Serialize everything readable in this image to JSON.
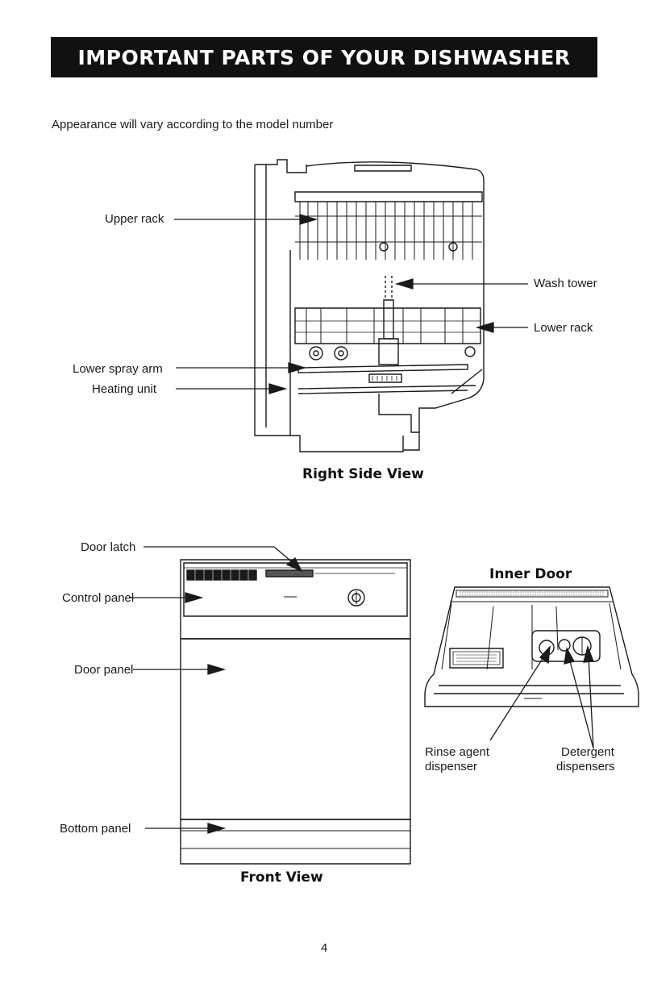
{
  "header": {
    "title": "IMPORTANT PARTS OF YOUR DISHWASHER"
  },
  "intro": {
    "note": "Appearance will vary according to the model number"
  },
  "side_view": {
    "heading": "Right Side View",
    "labels": {
      "upper_rack": "Upper rack",
      "wash_tower": "Wash tower",
      "lower_rack": "Lower rack",
      "lower_spray_arm": "Lower spray arm",
      "heating_unit": "Heating unit"
    }
  },
  "front_view": {
    "heading": "Front View",
    "labels": {
      "door_latch": "Door latch",
      "control_panel": "Control panel",
      "door_panel": "Door panel",
      "bottom_panel": "Bottom panel"
    }
  },
  "inner_door": {
    "heading": "Inner Door",
    "labels": {
      "rinse_line1": "Rinse agent",
      "rinse_line2": "dispenser",
      "detergent_line1": "Detergent",
      "detergent_line2": "dispensers"
    }
  },
  "footer": {
    "page_number": "4"
  }
}
